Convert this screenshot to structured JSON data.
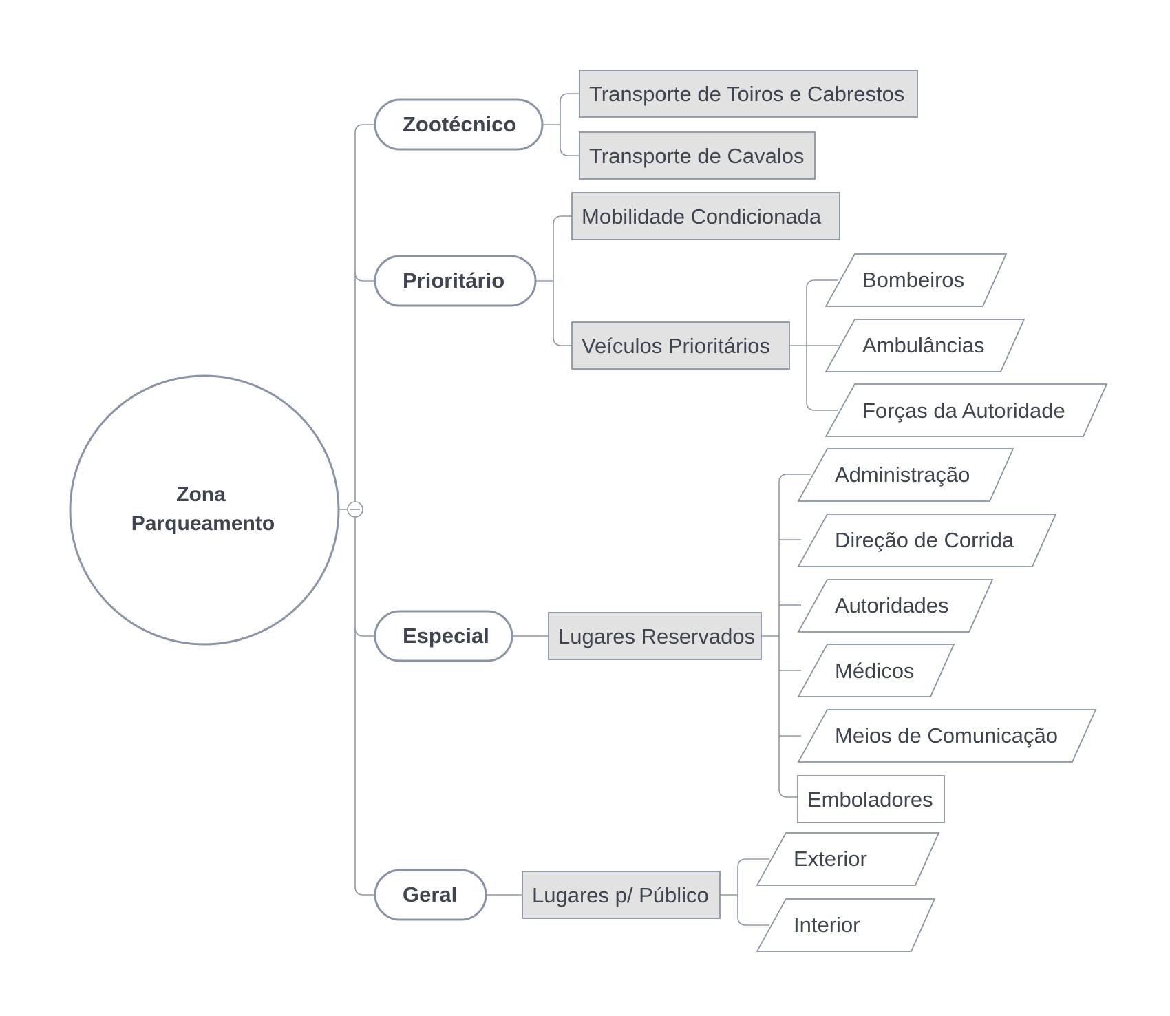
{
  "diagram": {
    "root": {
      "label_line1": "Zona",
      "label_line2": "Parqueamento"
    },
    "branches": [
      {
        "label": "Zootécnico"
      },
      {
        "label": "Prioritário"
      },
      {
        "label": "Especial"
      },
      {
        "label": "Geral"
      }
    ],
    "zootecnico_children": [
      {
        "label": "Transporte de Toiros e Cabrestos"
      },
      {
        "label": "Transporte de Cavalos"
      }
    ],
    "prioritario_children": [
      {
        "label": "Mobilidade Condicionada"
      },
      {
        "label": "Veículos Prioritários"
      }
    ],
    "veiculos_children": [
      {
        "label": "Bombeiros"
      },
      {
        "label": "Ambulâncias"
      },
      {
        "label": "Forças da Autoridade"
      }
    ],
    "especial_child": {
      "label": "Lugares Reservados"
    },
    "reservados_children": [
      {
        "label": "Administração"
      },
      {
        "label": "Direção de Corrida"
      },
      {
        "label": "Autoridades"
      },
      {
        "label": "Médicos"
      },
      {
        "label": "Meios de Comunicação"
      },
      {
        "label": "Emboladores"
      }
    ],
    "geral_child": {
      "label": "Lugares p/ Público"
    },
    "publico_children": [
      {
        "label": "Exterior"
      },
      {
        "label": "Interior"
      }
    ]
  },
  "colors": {
    "line": "#8f98aa",
    "border": "#8a94a6",
    "box_fill": "#e2e2e2",
    "text": "#3e4551"
  }
}
